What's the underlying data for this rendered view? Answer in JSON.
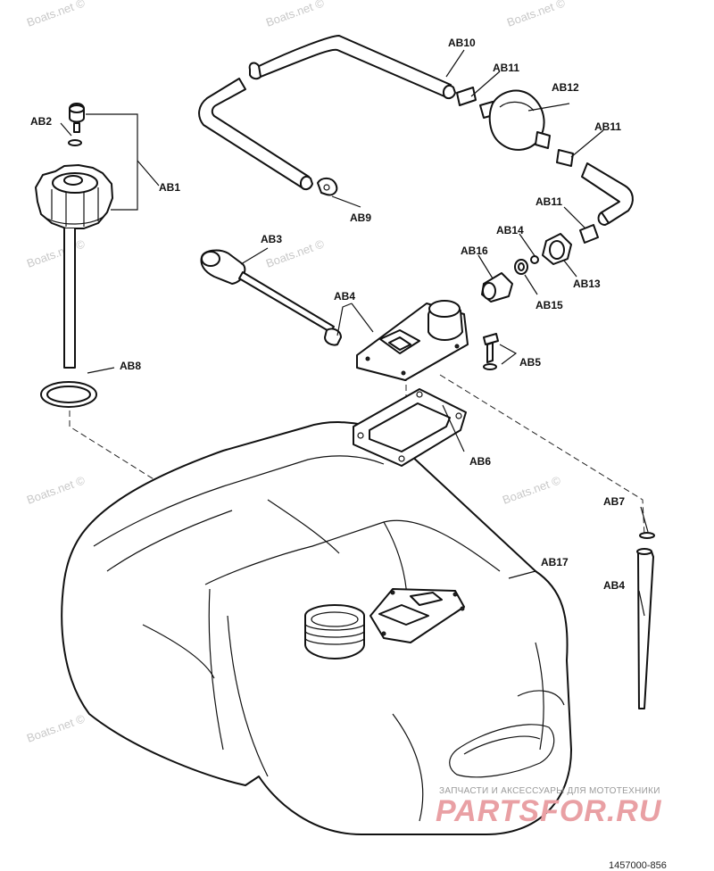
{
  "labels": {
    "ab1": "AB1",
    "ab2": "AB2",
    "ab3": "AB3",
    "ab4_top": "AB4",
    "ab4_right": "AB4",
    "ab5": "AB5",
    "ab6": "AB6",
    "ab7": "AB7",
    "ab8": "AB8",
    "ab9": "AB9",
    "ab10": "AB10",
    "ab11_top": "AB11",
    "ab11_mid": "AB11",
    "ab11_low": "AB11",
    "ab12": "AB12",
    "ab13": "AB13",
    "ab14": "AB14",
    "ab15": "AB15",
    "ab16": "AB16",
    "ab17": "AB17"
  },
  "watermark": "Boats.net ©",
  "footer": {
    "tagline": "ЗАПЧАСТИ И АКСЕССУАРЫ ДЛЯ МОТОТЕХНИКИ",
    "brand": "PARTSFOR.RU",
    "drawing_number": "1457000-856"
  },
  "colors": {
    "line": "#111111",
    "watermark": "#c8c8c8",
    "brand": "#e9a0a4"
  }
}
